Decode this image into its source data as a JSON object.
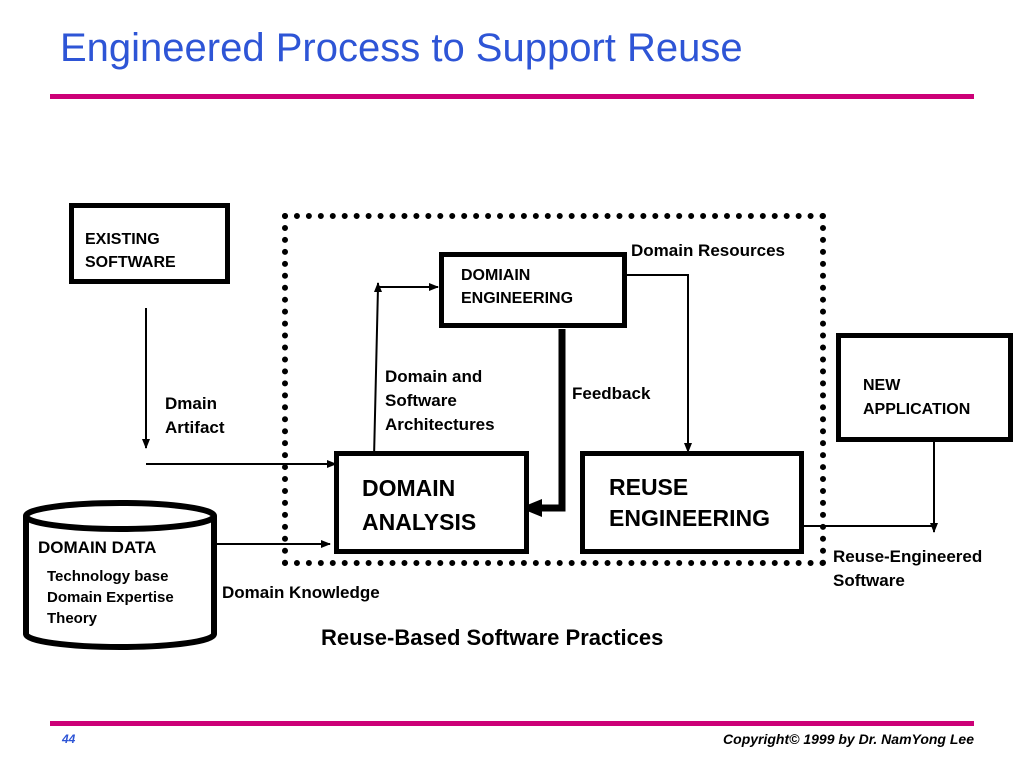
{
  "slide": {
    "title": "Engineered Process to Support Reuse",
    "page_number": "44",
    "copyright": "Copyright© 1999 by Dr. NamYong Lee"
  },
  "diagram": {
    "existing_software": {
      "line1": "EXISTING",
      "line2": "SOFTWARE"
    },
    "domain_engineering": {
      "line1": "DOMIAIN",
      "line2": "ENGINEERING"
    },
    "new_application": {
      "line1": "NEW",
      "line2": "APPLICATION"
    },
    "domain_analysis": {
      "line1": "DOMAIN",
      "line2": "ANALYSIS"
    },
    "reuse_engineering": {
      "line1": "REUSE",
      "line2": "ENGINEERING"
    },
    "domain_data": {
      "title": "DOMAIN DATA",
      "item1": "Technology base",
      "item2": "Domain Expertise",
      "item3": "Theory"
    },
    "labels": {
      "domain_resources": "Domain Resources",
      "dmain_artifact_1": "Dmain",
      "dmain_artifact_2": "Artifact",
      "architectures_1": "Domain and",
      "architectures_2": "Software",
      "architectures_3": "Architectures",
      "feedback": "Feedback",
      "reuse_engineered_1": "Reuse-Engineered",
      "reuse_engineered_2": "Software",
      "domain_knowledge": "Domain Knowledge",
      "caption": "Reuse-Based Software Practices"
    }
  }
}
